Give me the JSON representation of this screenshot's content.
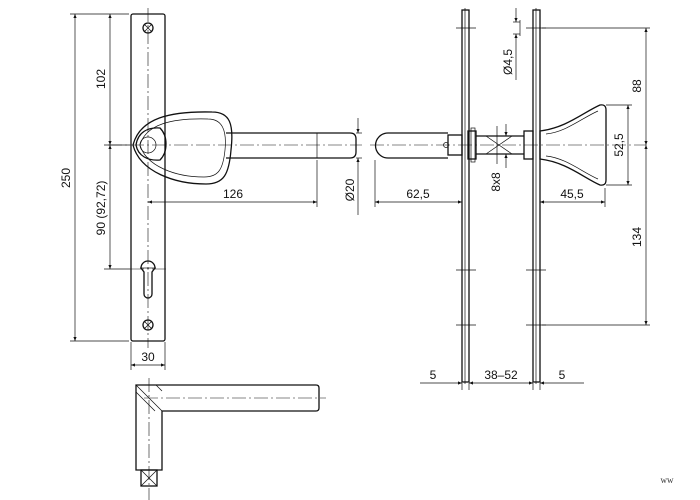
{
  "dimensions": {
    "overall_height": "250",
    "top_to_handle": "102",
    "handle_to_cylinder": "90 (92,72)",
    "plate_width": "30",
    "handle_length": "126",
    "handle_diameter": "Ø20",
    "rose_projection": "62,5",
    "screw_hole": "Ø4,5",
    "spindle": "8x8",
    "knob_projection": "45,5",
    "upper_offset": "88",
    "knob_diameter": "52,5",
    "lower_offset": "134",
    "plate_thickness_left": "5",
    "door_thickness": "38–52",
    "plate_thickness_right": "5"
  },
  "stamp": "ww"
}
